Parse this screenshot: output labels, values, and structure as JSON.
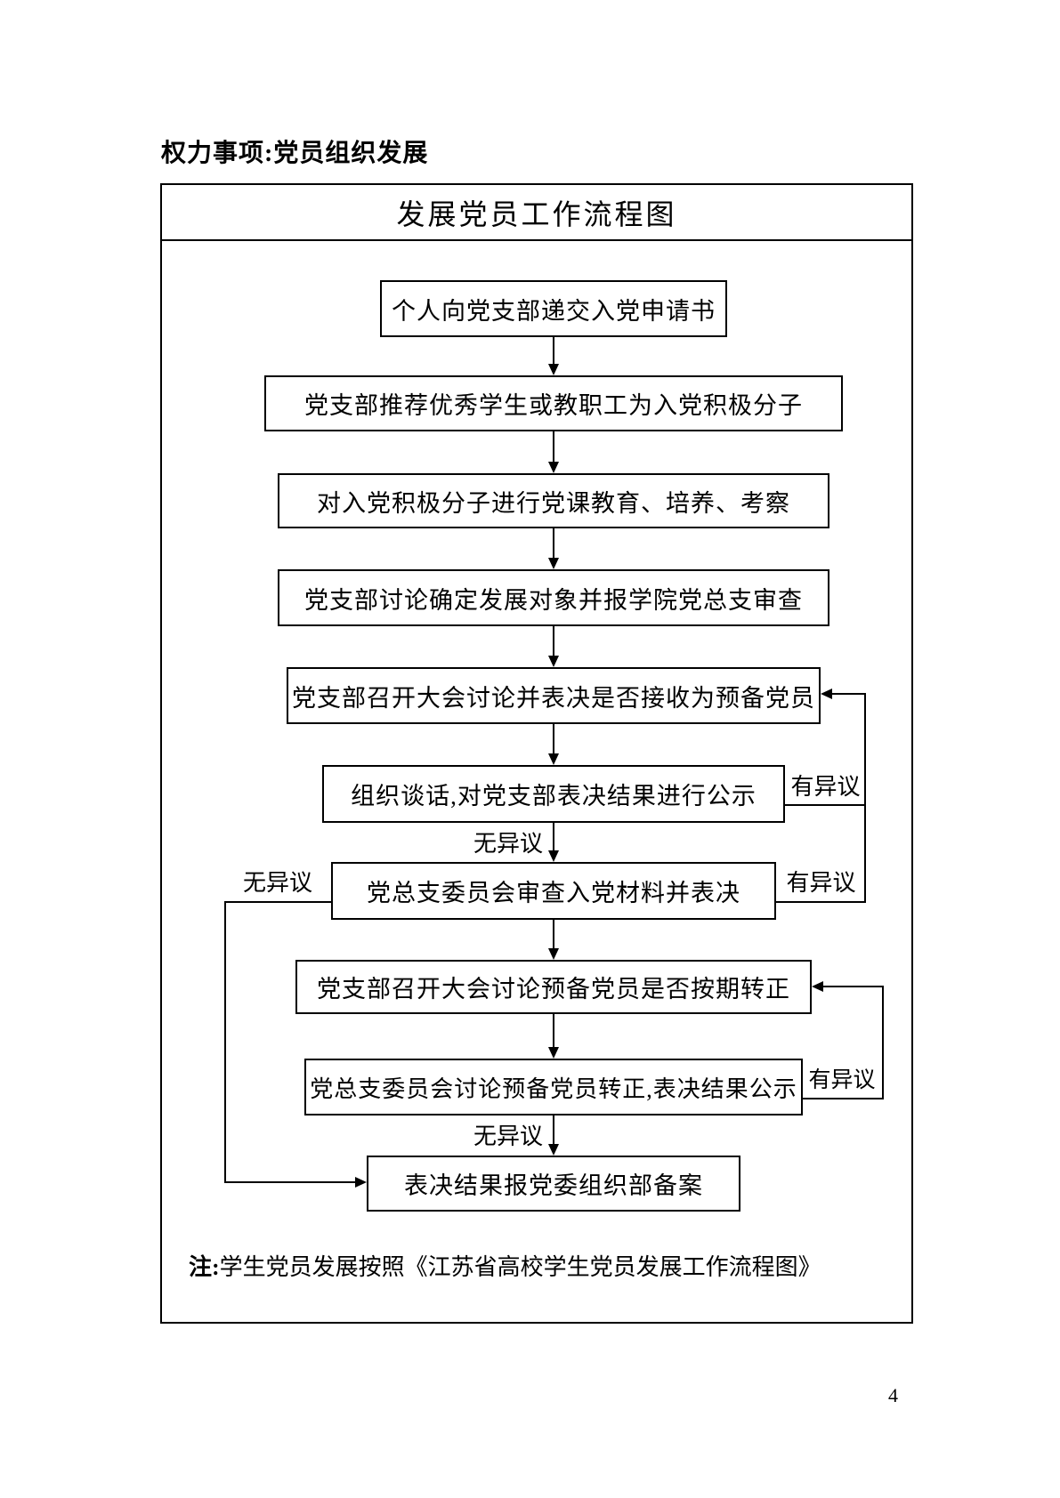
{
  "page": {
    "heading": "权力事项:党员组织发展",
    "page_number": "4"
  },
  "flowchart": {
    "title": "发展党员工作流程图",
    "nodes": [
      {
        "id": 1,
        "label": "个人向党支部递交入党申请书"
      },
      {
        "id": 2,
        "label": "党支部推荐优秀学生或教职工为入党积极分子"
      },
      {
        "id": 3,
        "label": "对入党积极分子进行党课教育、培养、考察"
      },
      {
        "id": 4,
        "label": "党支部讨论确定发展对象并报学院党总支审查"
      },
      {
        "id": 5,
        "label": "党支部召开大会讨论并表决是否接收为预备党员"
      },
      {
        "id": 6,
        "label": "组织谈话,对党支部表决结果进行公示"
      },
      {
        "id": 7,
        "label": "党总支委员会审查入党材料并表决"
      },
      {
        "id": 8,
        "label": "党支部召开大会讨论预备党员是否按期转正"
      },
      {
        "id": 9,
        "label": "党总支委员会讨论预备党员转正,表决结果公示"
      },
      {
        "id": 10,
        "label": "表决结果报党委组织部备案"
      }
    ],
    "edge_labels": [
      {
        "text": "有异议"
      },
      {
        "text": "无异议"
      },
      {
        "text": "无异议"
      },
      {
        "text": "有异议"
      },
      {
        "text": "有异议"
      },
      {
        "text": "无异议"
      }
    ],
    "edges": [
      {
        "from": 1,
        "to": 2,
        "label": ""
      },
      {
        "from": 2,
        "to": 3,
        "label": ""
      },
      {
        "from": 3,
        "to": 4,
        "label": ""
      },
      {
        "from": 4,
        "to": 5,
        "label": ""
      },
      {
        "from": 5,
        "to": 6,
        "label": ""
      },
      {
        "from": 6,
        "to": 7,
        "label": "无异议"
      },
      {
        "from": 6,
        "to": 5,
        "label": "有异议"
      },
      {
        "from": 7,
        "to": 8,
        "label": ""
      },
      {
        "from": 7,
        "to": 5,
        "label": "有异议"
      },
      {
        "from": 7,
        "to": 10,
        "label": "无异议"
      },
      {
        "from": 8,
        "to": 9,
        "label": ""
      },
      {
        "from": 9,
        "to": 8,
        "label": "有异议"
      },
      {
        "from": 9,
        "to": 10,
        "label": "无异议"
      }
    ],
    "note_prefix": "注:",
    "note_text": "学生党员发展按照《江苏省高校学生党员发展工作流程图》"
  }
}
